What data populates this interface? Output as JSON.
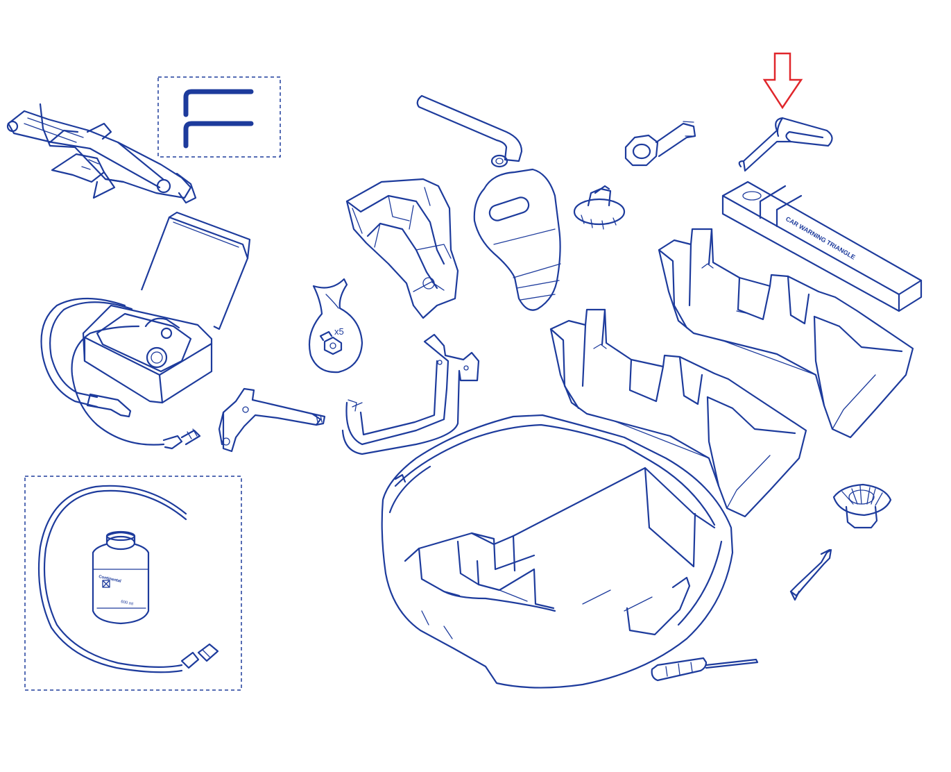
{
  "colors": {
    "line": "#1d3b9c",
    "highlight_arrow": "#e0262b",
    "background": "#ffffff"
  },
  "labels": {
    "bolt_bag_quantity": "x5",
    "warning_triangle_box": "CAR WARNING TRIANGLE",
    "sealant_bottle_brand": "Continental",
    "sealant_bottle_volume": "600 ml"
  },
  "icons": {
    "highlight": "arrow-down-icon"
  }
}
